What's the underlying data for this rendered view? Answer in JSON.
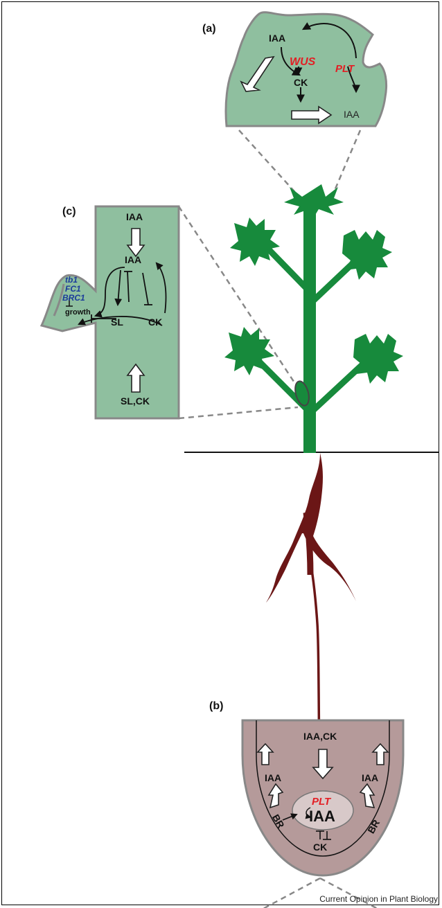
{
  "panels": {
    "a": {
      "label": "(a)",
      "hormone_top": "IAA",
      "gene_wus": "WUS",
      "gene_plt": "PLT",
      "ck": "CK",
      "hormone_bottom": "IAA"
    },
    "b": {
      "label": "(b)",
      "top_label": "IAA,CK",
      "left_iaa": "IAA",
      "right_iaa": "IAA",
      "gene_plt": "PLT",
      "center_iaa": "IAA",
      "ck": "CK",
      "br_left": "BR",
      "br_right": "BR"
    },
    "c": {
      "label": "(c)",
      "top_iaa": "IAA",
      "mid_iaa": "IAA",
      "sl": "SL",
      "ck": "CK",
      "bottom_label": "SL,CK",
      "growth": "growth",
      "genes": [
        "tb1",
        "FC1",
        "BRC1"
      ]
    }
  },
  "colors": {
    "shoot_tissue": "#8fbf9f",
    "root_tissue": "#b59a9a",
    "plant_green": "#178a3c",
    "root_brown": "#6b1616",
    "outline_gray": "#888888",
    "gene_red": "#e31e24",
    "gene_blue": "#1b3b9a"
  },
  "footer": "Current Opinion in Plant Biology"
}
